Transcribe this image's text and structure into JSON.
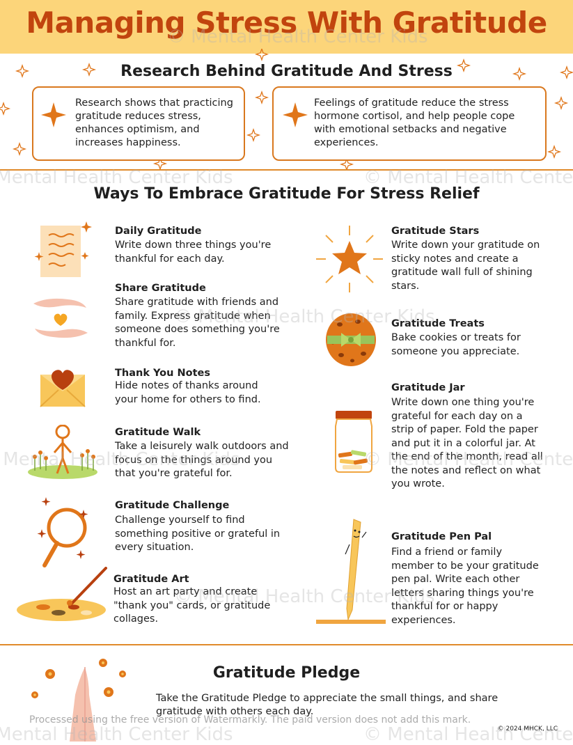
{
  "header": {
    "title": "Managing Stress With Gratitude",
    "band_color": "#fcd57a",
    "title_color": "#c1440e"
  },
  "research": {
    "heading": "Research Behind Gratitude And Stress",
    "card1": "Research shows that practicing gratitude reduces stress, enhances optimism, and increases happiness.",
    "card2": "Feelings of gratitude reduce the stress hormone cortisol, and help people cope with emotional setbacks and negative experiences."
  },
  "ways": {
    "heading": "Ways To Embrace Gratitude For Stress Relief",
    "left": [
      {
        "title": "Daily Gratitude",
        "text": "Write down three things you're thankful for each day.",
        "icon": "journal-icon"
      },
      {
        "title": "Share Gratitude",
        "text": "Share gratitude with friends and family.  Express gratitude when someone does something you're thankful for.",
        "icon": "hands-heart-icon"
      },
      {
        "title": "Thank You Notes",
        "text": "Hide notes of thanks around your home for others to find.",
        "icon": "envelope-heart-icon"
      },
      {
        "title": "Gratitude Walk",
        "text": "Take a leisurely walk outdoors and focus on the things around you that you're grateful for.",
        "icon": "walking-person-icon"
      },
      {
        "title": "Gratitude Challenge",
        "text": "Challenge yourself to find something positive or grateful in every situation.",
        "icon": "magnifier-icon"
      },
      {
        "title": "Gratitude Art",
        "text": "Host an art party and create \"thank you\" cards, or gratitude collages.",
        "icon": "paint-palette-icon"
      }
    ],
    "right": [
      {
        "title": "Gratitude Stars",
        "text": "Write down your gratitude on sticky notes and create a gratitude wall full of shining stars.",
        "icon": "star-icon"
      },
      {
        "title": "Gratitude Treats",
        "text": "Bake cookies or treats for someone you appreciate.",
        "icon": "cookie-icon"
      },
      {
        "title": "Gratitude Jar",
        "text": "Write down one thing you're grateful for each day on a strip of paper. Fold the paper and put it in a colorful jar. At the end of the month, read all the notes and reflect on what you wrote.",
        "icon": "jar-icon"
      },
      {
        "title": "Gratitude Pen Pal",
        "text": "Find a friend or family member to be your gratitude pen pal.  Write each other letters sharing things you're thankful for or happy experiences.",
        "icon": "pen-icon"
      }
    ]
  },
  "pledge": {
    "heading": "Gratitude Pledge",
    "text": "Take the Gratitude Pledge to appreciate the small things, and share gratitude with others each day.",
    "icon": "praying-hands-icon"
  },
  "footer": {
    "processed_note": "Processed using the free version of Watermarkly. The paid version does not add this mark.",
    "copyright": "© 2024 MHCK, LLC",
    "watermark": "© Mental Health Center Kids"
  },
  "colors": {
    "accent": "#e0761a",
    "rule": "#e08a2a",
    "dark_orange": "#c1440e"
  }
}
